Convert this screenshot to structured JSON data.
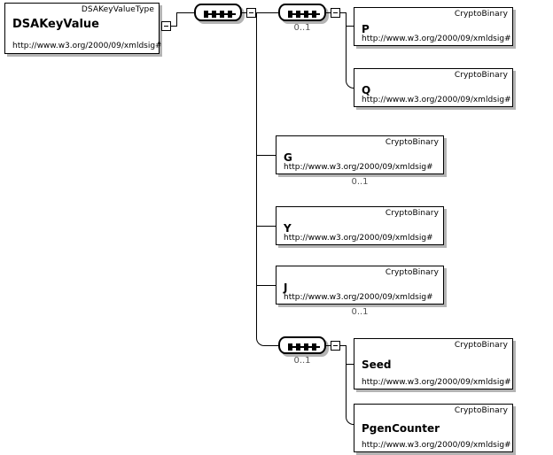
{
  "diagram": {
    "title": "DSAKeyValue XML Schema element diagram",
    "namespace": "http://www.w3.org/2000/09/xmldsig#",
    "type_label": "CryptoBinary",
    "root": {
      "type_name": "DSAKeyValueType",
      "element_name": "DSAKeyValue",
      "namespace": "http://www.w3.org/2000/09/xmldsig#"
    },
    "sequences": [
      {
        "id": "seq-root",
        "occurrence": ""
      },
      {
        "id": "seq-pq",
        "occurrence": "0..1"
      },
      {
        "id": "seq-seed-pgen",
        "occurrence": "0..1"
      }
    ],
    "elements": [
      {
        "id": "P",
        "name": "P",
        "type_name": "CryptoBinary",
        "namespace": "http://www.w3.org/2000/09/xmldsig#",
        "occurrence": ""
      },
      {
        "id": "Q",
        "name": "Q",
        "type_name": "CryptoBinary",
        "namespace": "http://www.w3.org/2000/09/xmldsig#",
        "occurrence": ""
      },
      {
        "id": "G",
        "name": "G",
        "type_name": "CryptoBinary",
        "namespace": "http://www.w3.org/2000/09/xmldsig#",
        "occurrence": "0..1"
      },
      {
        "id": "Y",
        "name": "Y",
        "type_name": "CryptoBinary",
        "namespace": "http://www.w3.org/2000/09/xmldsig#",
        "occurrence": ""
      },
      {
        "id": "J",
        "name": "J",
        "type_name": "CryptoBinary",
        "namespace": "http://www.w3.org/2000/09/xmldsig#",
        "occurrence": "0..1"
      },
      {
        "id": "Seed",
        "name": "Seed",
        "type_name": "CryptoBinary",
        "namespace": "http://www.w3.org/2000/09/xmldsig#",
        "occurrence": ""
      },
      {
        "id": "PgenCounter",
        "name": "PgenCounter",
        "type_name": "CryptoBinary",
        "namespace": "http://www.w3.org/2000/09/xmldsig#",
        "occurrence": ""
      }
    ],
    "expanders": [
      {
        "id": "exp-root",
        "state": "minus"
      },
      {
        "id": "exp-seq-root",
        "state": "minus"
      },
      {
        "id": "exp-seq-pq",
        "state": "minus"
      },
      {
        "id": "exp-seq-seed",
        "state": "minus"
      }
    ],
    "colors": {
      "line": "#000000",
      "box_border": "#000000",
      "box_fill": "#ffffff",
      "shadow": "#b4b4b4",
      "occurrence_text": "#555555",
      "background": "#ffffff"
    }
  }
}
